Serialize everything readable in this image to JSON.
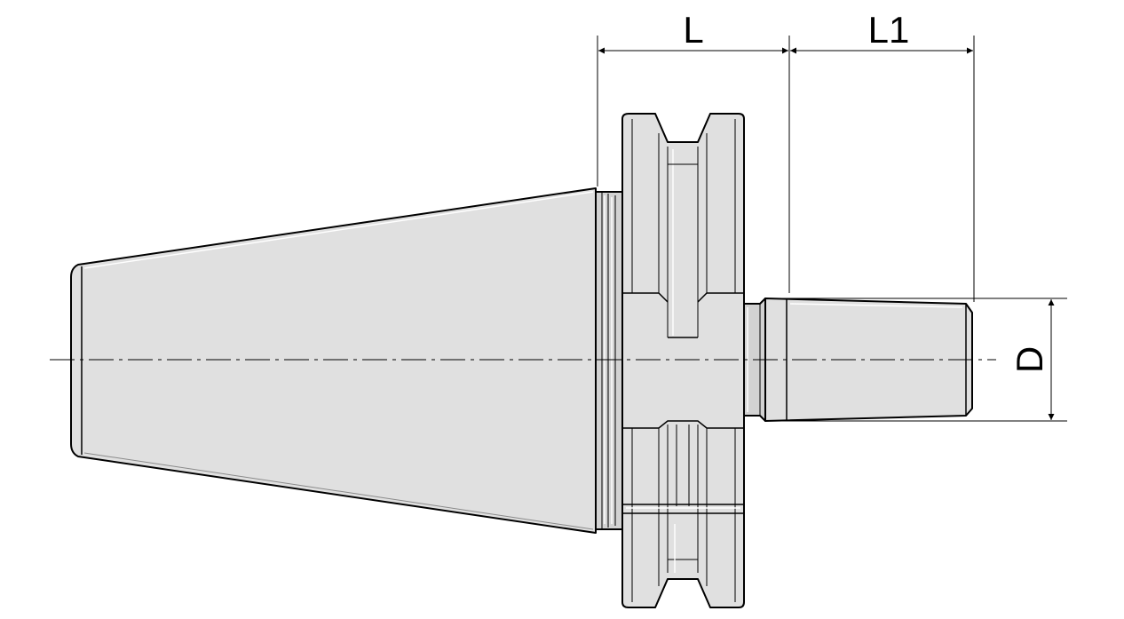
{
  "drawing": {
    "dimensions": {
      "length_label": "L",
      "projection_label": "L1",
      "diameter_label": "D"
    }
  }
}
